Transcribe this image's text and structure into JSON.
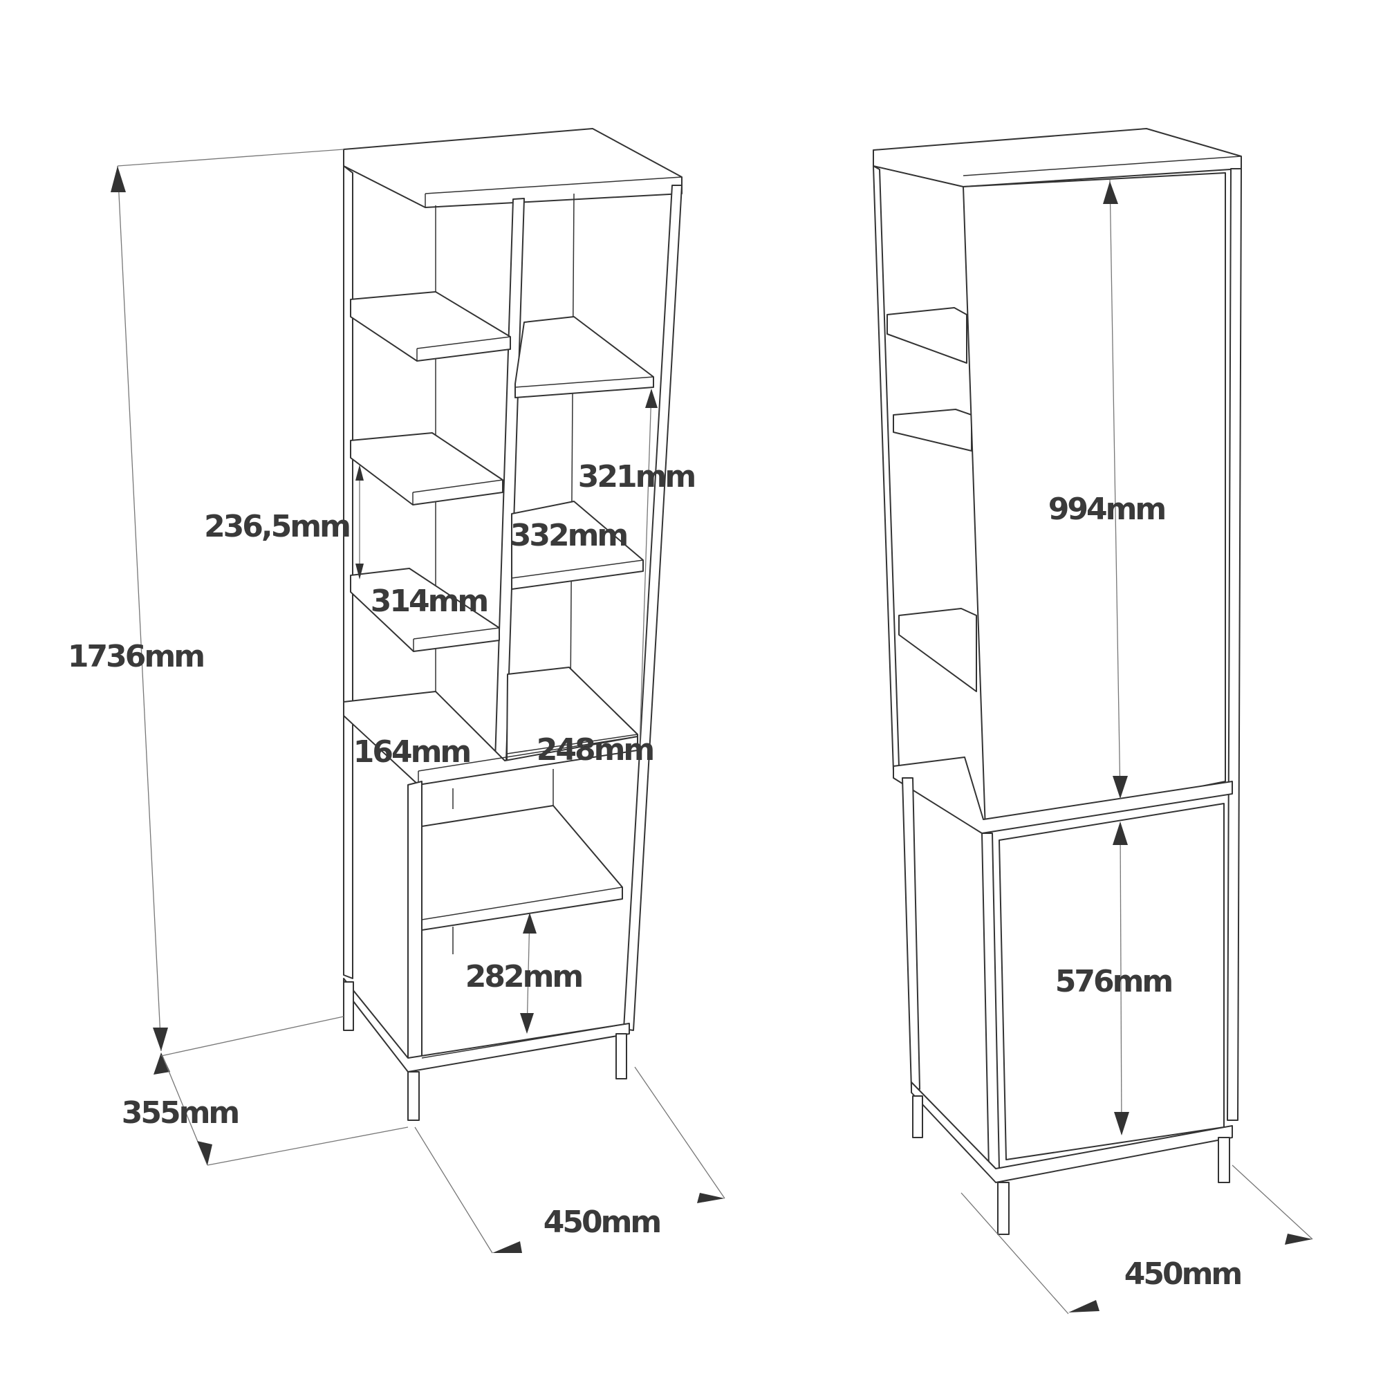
{
  "figure": {
    "type": "furniture dimension drawing",
    "units": "mm",
    "views": [
      {
        "name": "open shelf view (left)",
        "dimensions": {
          "total_height": "1736mm",
          "shelf_gap_left": "236,5mm",
          "shelf_depth_left": "314mm",
          "shelf_depth_right": "332mm",
          "shelf_gap_right": "321mm",
          "bottom_left_width": "164mm",
          "bottom_right_width": "248mm",
          "lower_compartment_height": "282mm",
          "depth": "355mm",
          "width": "450mm"
        }
      },
      {
        "name": "door view (right)",
        "dimensions": {
          "upper_door_height": "994mm",
          "lower_door_height": "576mm",
          "width": "450mm"
        }
      }
    ]
  },
  "colors": {
    "line": "#333333",
    "text": "#3a3a3a",
    "background": "#ffffff"
  }
}
